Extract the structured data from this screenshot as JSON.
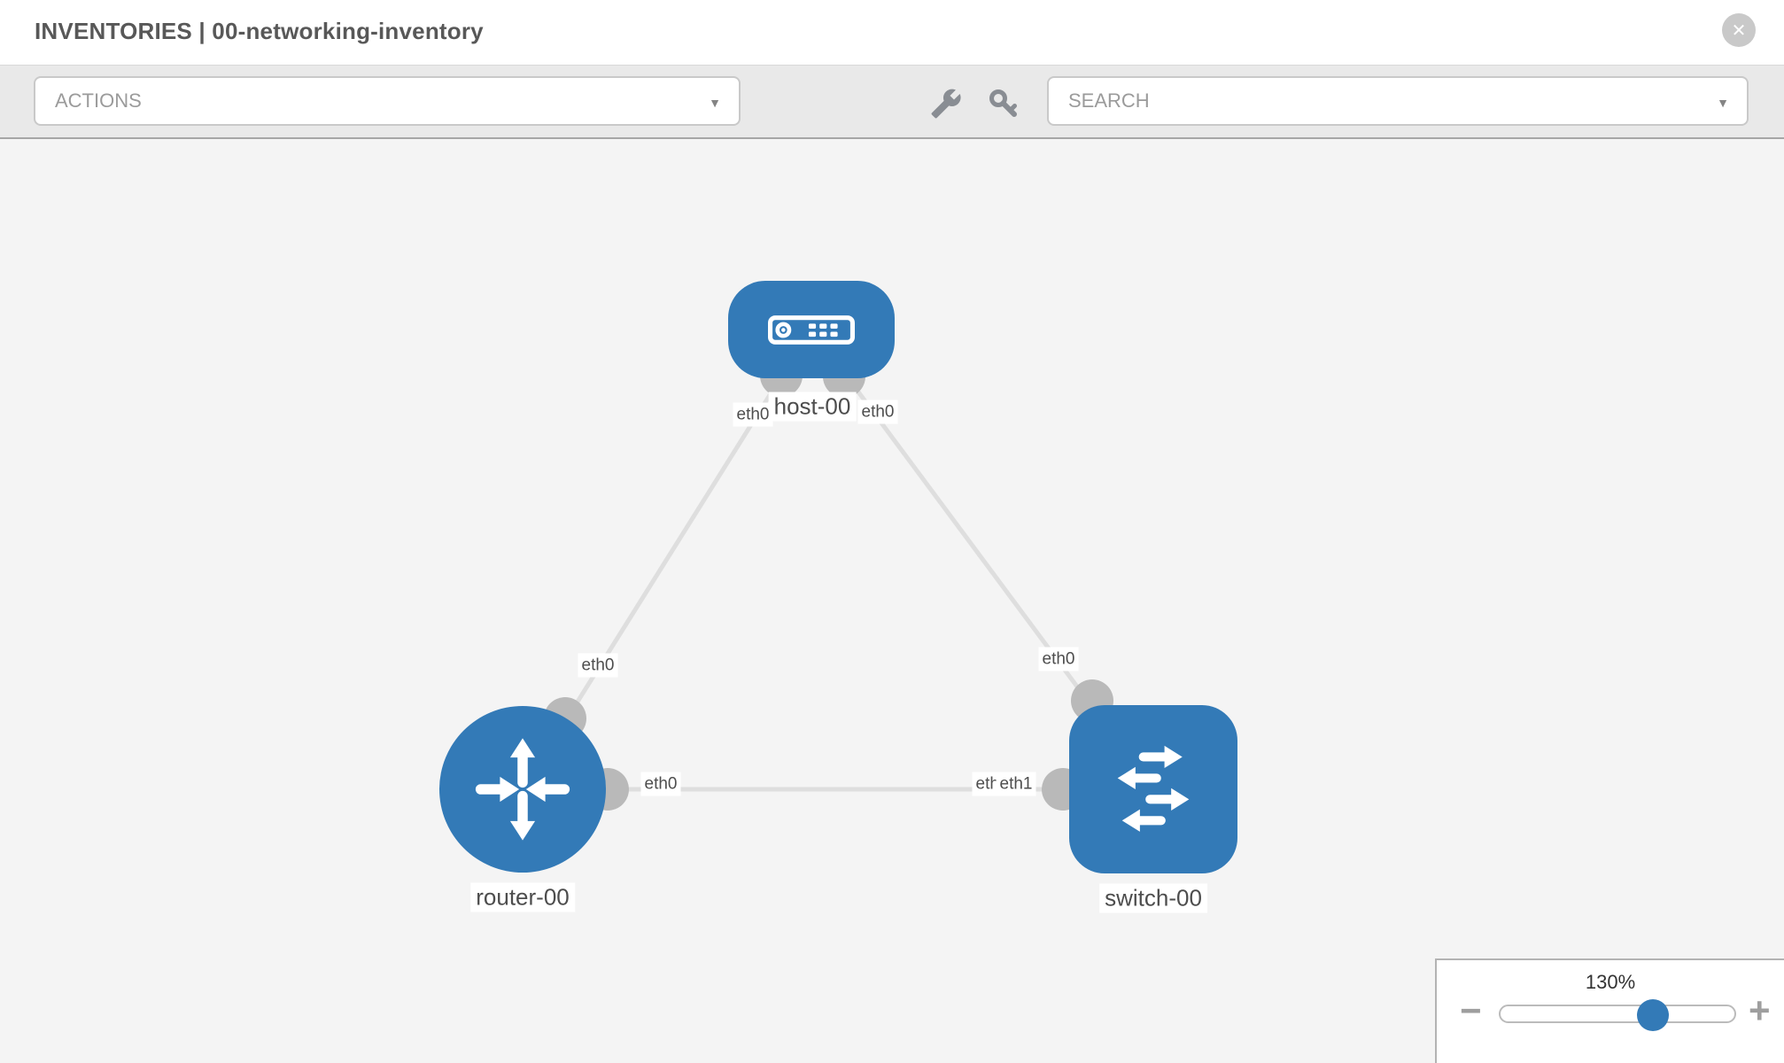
{
  "header": {
    "title": "INVENTORIES | 00-networking-inventory"
  },
  "toolbar": {
    "actions_label": "ACTIONS",
    "search_label": "SEARCH"
  },
  "glyphs": {
    "caret_down": "▼",
    "close": "✕",
    "minus": "−",
    "plus": "+"
  },
  "topology": {
    "nodes": [
      {
        "id": "host-00",
        "type": "host",
        "label": "host-00"
      },
      {
        "id": "router-00",
        "type": "router",
        "label": "router-00"
      },
      {
        "id": "switch-00",
        "type": "switch",
        "label": "switch-00"
      }
    ],
    "links": [
      {
        "source": "router-00",
        "target": "host-00",
        "source_interface": "eth0",
        "target_interface": "eth0"
      },
      {
        "source": "host-00",
        "target": "switch-00",
        "source_interface": "eth0",
        "target_interface": "eth0"
      },
      {
        "source": "router-00",
        "target": "switch-00",
        "source_interface": "eth0",
        "target_interface": "eth1"
      }
    ],
    "interface_labels": [
      "eth0",
      "eth0",
      "eth0",
      "eth0",
      "eth0",
      "eth0",
      "eth1"
    ]
  },
  "zoom_control": {
    "level": "130%"
  },
  "colors": {
    "node_blue": "#337ab7",
    "link_gray": "#dedede",
    "port_gray": "#b9b9b9",
    "canvas_bg": "#f4f4f4",
    "toolbar_bg": "#e9e9e9"
  }
}
